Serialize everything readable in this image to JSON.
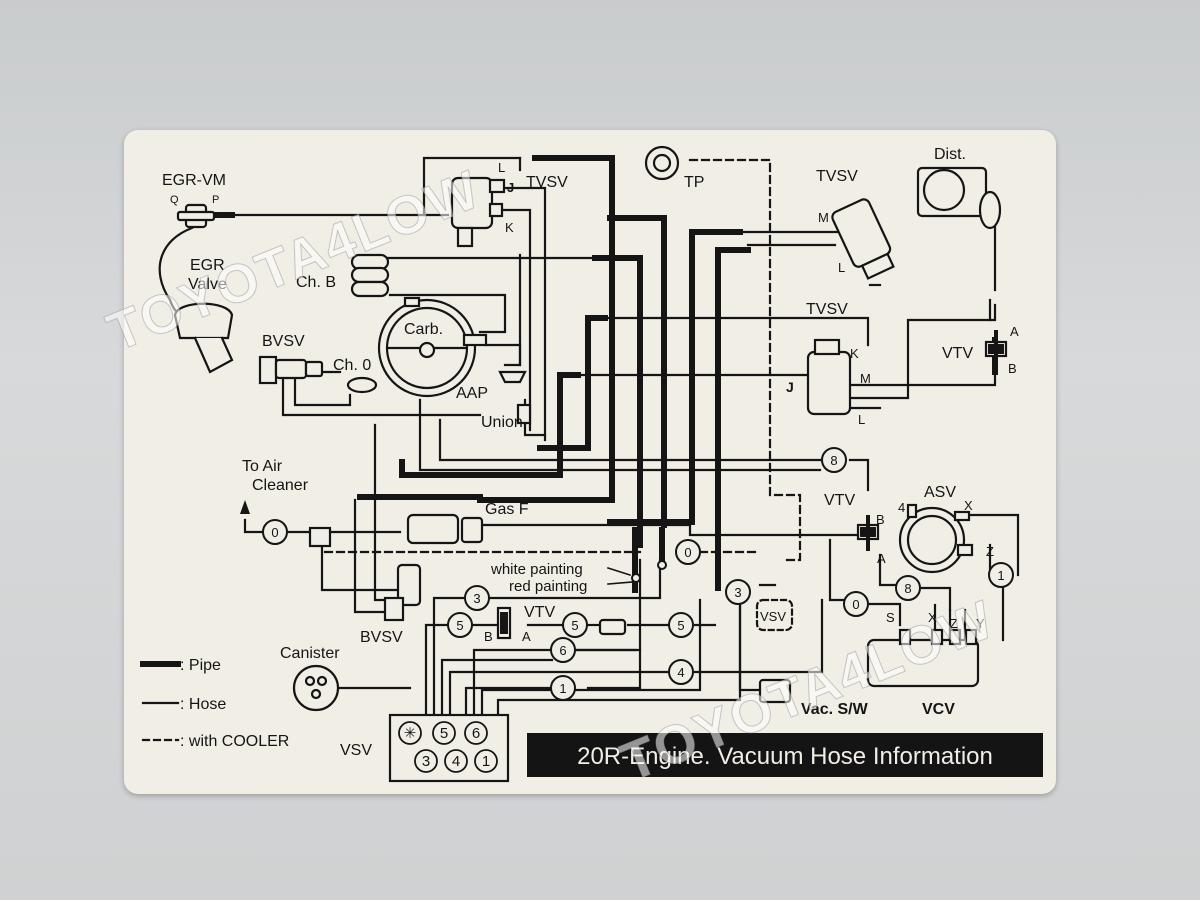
{
  "components": {
    "egr_vm": "EGR-VM",
    "egr_vm_port_q": "Q",
    "egr_vm_port_p": "P",
    "egr_valve_1": "EGR",
    "egr_valve_2": "Valve",
    "tvsv_top": "TVSV",
    "tvsv_top_l": "L",
    "tvsv_top_j": "J",
    "tvsv_top_k": "K",
    "tp": "TP",
    "tvsv_right": "TVSV",
    "tvsv_right_m": "M",
    "tvsv_right_l": "L",
    "dist": "Dist.",
    "ch_b": "Ch. B",
    "carb": "Carb.",
    "bvsv_top": "BVSV",
    "ch_0": "Ch. 0",
    "aap": "AAP",
    "union": "Union",
    "tvsv_mid": "TVSV",
    "tvsv_mid_k": "K",
    "tvsv_mid_m": "M",
    "tvsv_mid_j": "J",
    "tvsv_mid_l": "L",
    "vtv_right": "VTV",
    "vtv_right_a": "A",
    "vtv_right_b": "B",
    "to_air_cleaner_1": "To  Air",
    "to_air_cleaner_2": "Cleaner",
    "gas_f": "Gas  F",
    "vtv_mid": "VTV",
    "vtv_mid_b": "B",
    "vtv_mid_a": "A",
    "asv": "ASV",
    "asv_4": "4",
    "asv_x": "X",
    "asv_z": "Z",
    "white_painting": "white painting",
    "red_painting": "red painting",
    "vtv_low": "VTV",
    "vtv_low_b": "B",
    "vtv_low_a": "A",
    "bvsv_low": "BVSV",
    "vsv_dashed": "VSV",
    "canister": "Canister",
    "vac_sw": "Vac. S/W",
    "vcv": "VCV",
    "vcv_s": "S",
    "vcv_x": "X",
    "vcv_z": "Z",
    "vcv_y": "Y",
    "vsv": "VSV"
  },
  "vsv_block": {
    "top_row": [
      "✳",
      "5",
      "6"
    ],
    "bottom_row": [
      "3",
      "4",
      "1"
    ]
  },
  "circle_numbers": {
    "air_0": "0",
    "white_0": "0",
    "asv_8_top": "8",
    "asv_8_low": "8",
    "asv_1": "1",
    "vcv_0": "0",
    "n3_left": "3",
    "n3_right": "3",
    "n5_left": "5",
    "n5_mid": "5",
    "n5_right": "5",
    "n6": "6",
    "n4": "4",
    "n1": "1"
  },
  "legend": {
    "pipe": ": Pipe",
    "hose": ": Hose",
    "cooler": ": with COOLER"
  },
  "title": "20R-Engine.  Vacuum  Hose  Information",
  "watermark": "TOYOTA4LOW",
  "colors": {
    "sticker": "#f1eee6",
    "ink": "#151515",
    "title_bg": "#141414",
    "title_fg": "#f1eee6"
  }
}
